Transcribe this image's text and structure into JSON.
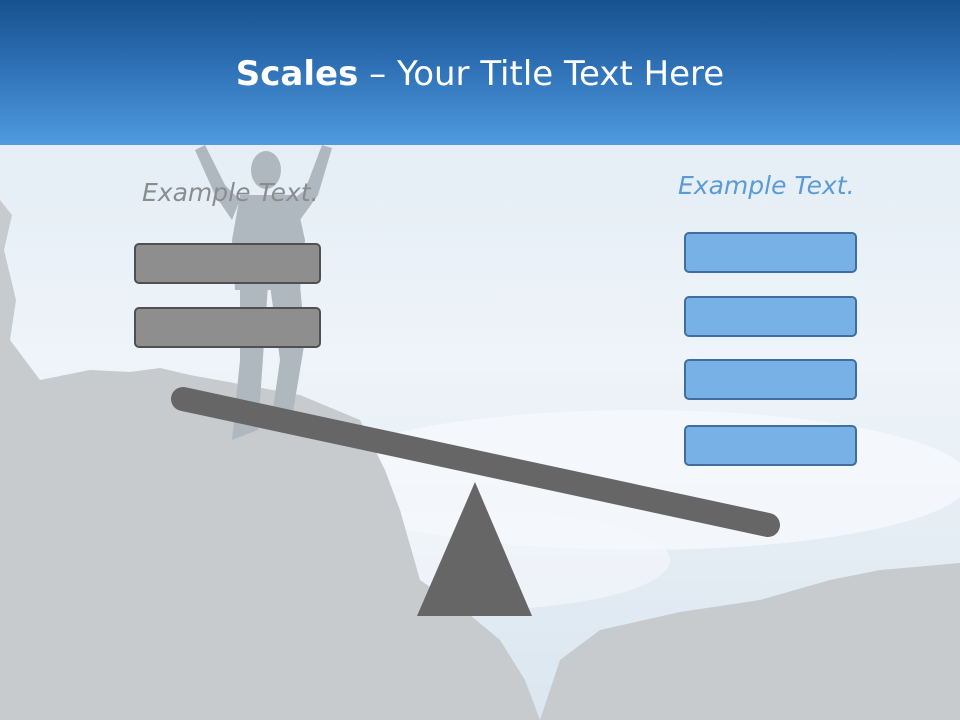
{
  "title": {
    "bold": "Scales",
    "rest": " – Your Title Text Here"
  },
  "left": {
    "label": "Example Text.",
    "box_count": 2
  },
  "right": {
    "label": "Example Text.",
    "box_count": 4
  },
  "colors": {
    "header": "#2b6cb0",
    "grey_box": "#8e8e8e",
    "blue_box": "#77b1e6",
    "beam": "#666666",
    "right_label": "#5b9bd5"
  }
}
